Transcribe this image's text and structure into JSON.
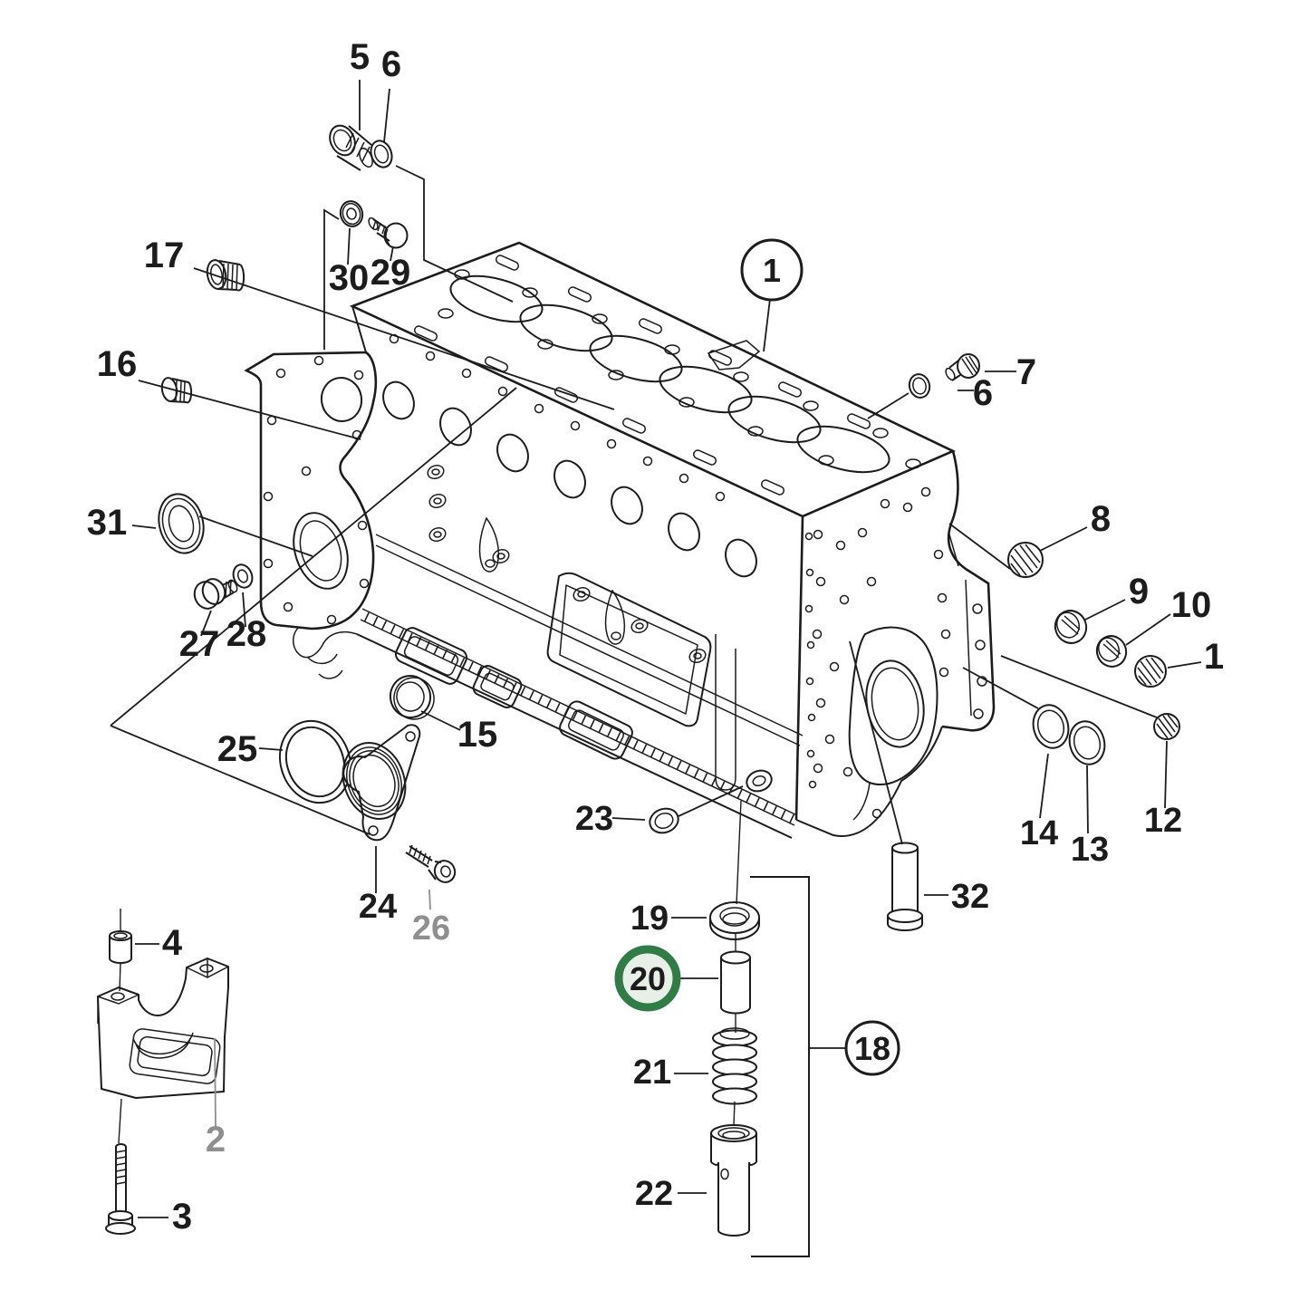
{
  "diagram": {
    "kind": "exploded-parts-diagram",
    "subject": "six-cylinder engine cylinder block",
    "background_color": "#ffffff",
    "line_color": "#1c1c1c",
    "muted_label_color": "#8f8f8f",
    "highlight_ring_color": "#2e7d45",
    "highlight_fill_color": "#e8efe6",
    "highlighted_callout": "20",
    "circled_callouts": [
      "1",
      "18",
      "20"
    ],
    "muted_callouts": [
      "2",
      "26"
    ],
    "callouts": {
      "p1_circled": "1",
      "p1": "1",
      "p2": "2",
      "p3": "3",
      "p4": "4",
      "p5": "5",
      "p6_top": "6",
      "p6_right": "6",
      "p7": "7",
      "p8": "8",
      "p9": "9",
      "p10": "10",
      "p12": "12",
      "p13": "13",
      "p14": "14",
      "p15": "15",
      "p16": "16",
      "p17": "17",
      "p18_circled": "18",
      "p19": "19",
      "p20_circled": "20",
      "p21": "21",
      "p22": "22",
      "p23": "23",
      "p24": "24",
      "p25": "25",
      "p26": "26",
      "p27": "27",
      "p28": "28",
      "p29": "29",
      "p30": "30",
      "p31": "31",
      "p32": "32"
    }
  }
}
